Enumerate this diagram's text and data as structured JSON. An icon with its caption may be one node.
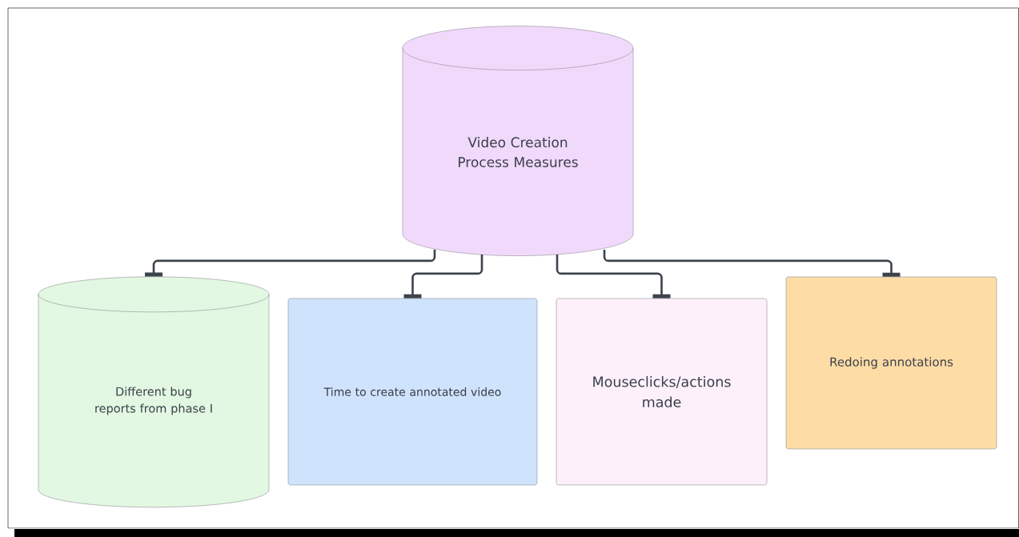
{
  "diagram": {
    "nodes": [
      {
        "text": [
          "Video Creation Process Measures"
        ]
      },
      {
        "text": [
          "Different bug reports from phase I"
        ]
      },
      {
        "text": [
          "Time to create annotated video"
        ]
      },
      {
        "text": [
          "Mouseclicks/actions made"
        ]
      },
      {
        "text": [
          "Redoing annotations"
        ]
      }
    ],
    "edges": [
      {
        "from": 0,
        "to": 1,
        "arrow": "other"
      },
      {
        "from": 0,
        "to": 2,
        "arrow": "other"
      },
      {
        "from": 0,
        "to": 3,
        "arrow": "other"
      },
      {
        "from": 0,
        "to": 4,
        "arrow": "other"
      }
    ]
  }
}
